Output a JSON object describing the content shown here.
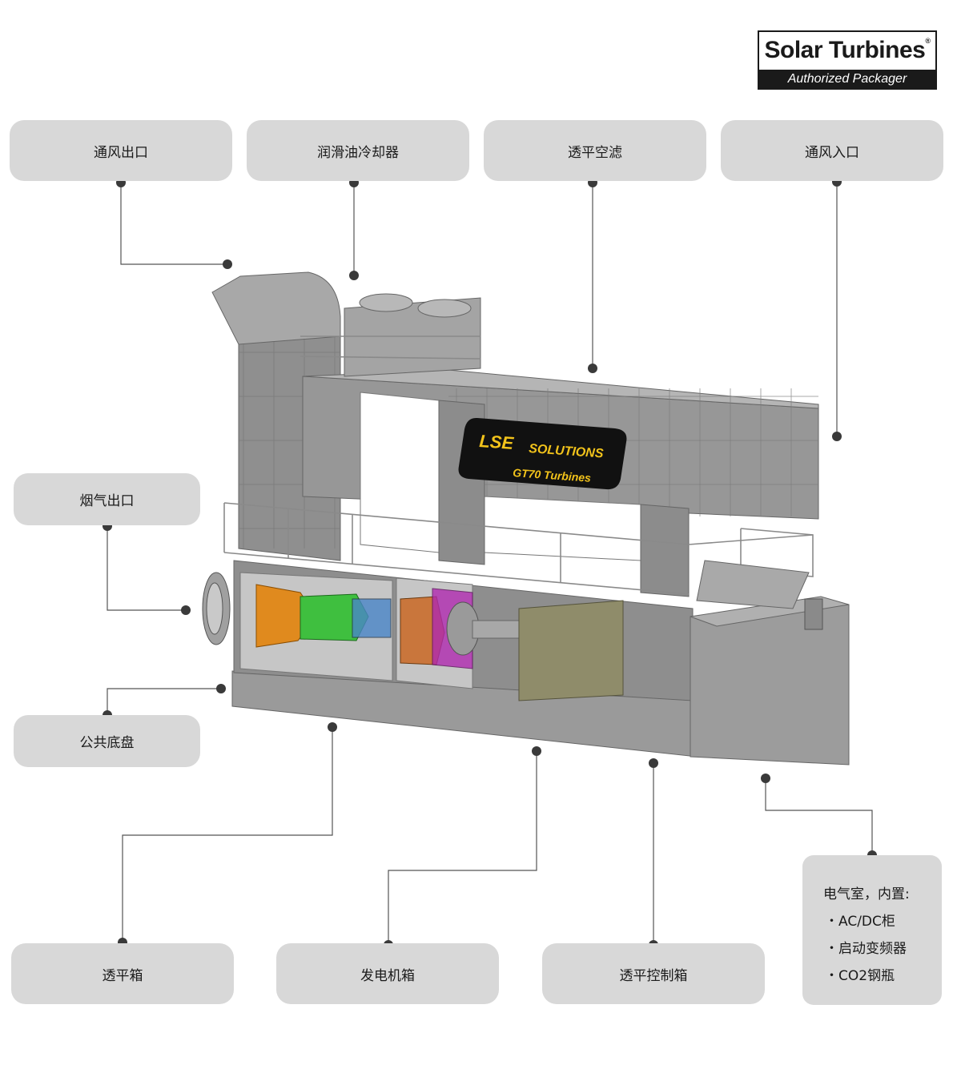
{
  "logo": {
    "name": "Solar Turbines",
    "registered": "®",
    "tagline": "Authorized Packager"
  },
  "machine_badge": {
    "brand": "LSE",
    "brand_suffix": "SOLUTIONS",
    "model": "GT70 Turbines"
  },
  "labels": {
    "vent_outlet": "通风出口",
    "lube_oil_cooler": "润滑油冷却器",
    "turbine_air_filter": "透平空滤",
    "vent_inlet": "通风入口",
    "exhaust_outlet": "烟气出口",
    "common_base": "公共底盘",
    "turbine_enclosure": "透平箱",
    "generator_enclosure": "发电机箱",
    "turbine_control_cabinet": "透平控制箱"
  },
  "electrical_room": {
    "title": "电气室，内置:",
    "items": [
      "・AC/DC柜",
      "・启动变频器",
      "・CO2钢瓶"
    ]
  },
  "colors": {
    "label_bg": "#d8d8d8",
    "leader_line": "#555555",
    "package_body": "#8e8e8e",
    "badge_text": "#f2c31b",
    "turbine_orange": "#e08a1e",
    "turbine_green": "#3fbf3f",
    "generator_magenta": "#b02ab0",
    "control_cabinet": "#8f8c6a"
  }
}
